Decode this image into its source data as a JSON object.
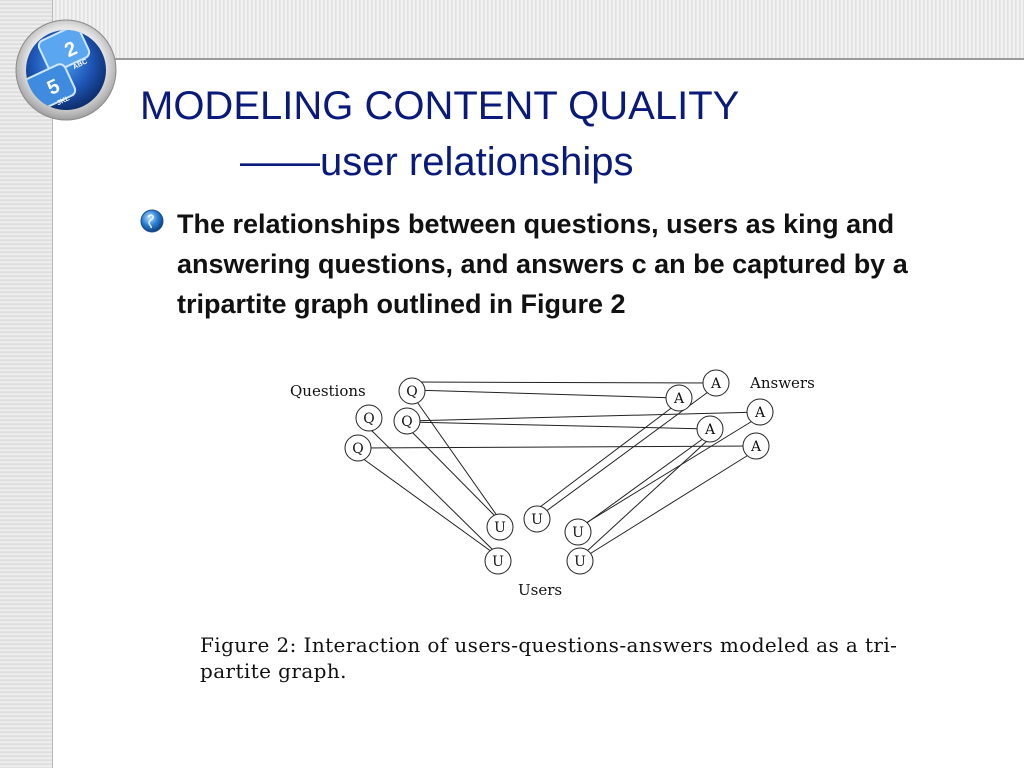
{
  "slide": {
    "title": "MODELING CONTENT QUALITY",
    "subtitle": "——user relationships",
    "bullet": "The relationships between questions, users as king and answering questions, and answers c an be captured by a tripartite graph outlined in Figure 2"
  },
  "logo": {
    "keys": [
      {
        "digit": "2",
        "letters": "ABC"
      },
      {
        "digit": "5",
        "letters": "JKL"
      }
    ]
  },
  "figure": {
    "label_questions": "Questions",
    "label_answers": "Answers",
    "label_users": "Users",
    "node_letters": {
      "question": "Q",
      "answer": "A",
      "user": "U"
    },
    "caption": "Figure 2: Interaction of users-questions-answers modeled as a tri-partite graph."
  },
  "colors": {
    "title": "#0a1a7a",
    "bullet_icon": "#2a7fd4"
  }
}
